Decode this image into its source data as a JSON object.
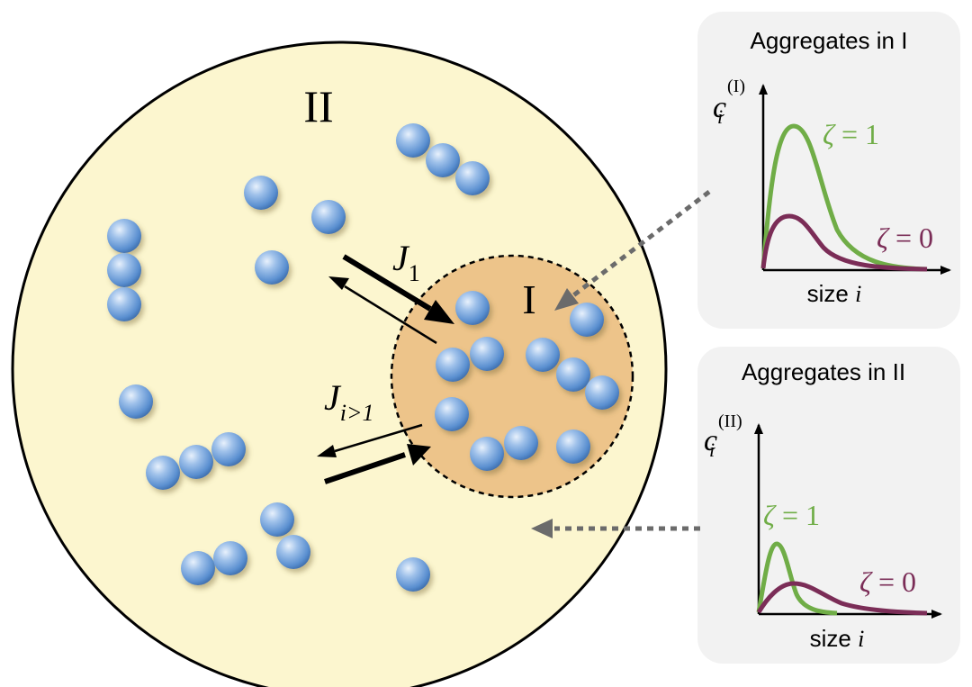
{
  "region_labels": {
    "outer": "II",
    "inner": "I"
  },
  "flux_labels": {
    "monomer": {
      "symbol": "J",
      "subscript": "1"
    },
    "aggregate": {
      "symbol": "J",
      "subscript": "i>1"
    }
  },
  "panels": [
    {
      "title": "Aggregates in I",
      "y_label": {
        "symbol": "c",
        "subscript": "i",
        "superscript": "(I)"
      },
      "x_label": {
        "text": "size ",
        "var": "i"
      },
      "curve_labels": [
        {
          "greek": "ζ",
          "rest": " = 1",
          "color": "#70ad47"
        },
        {
          "greek": "ζ",
          "rest": " = 0",
          "color": "#7b2d57"
        }
      ]
    },
    {
      "title": "Aggregates in II",
      "y_label": {
        "symbol": "c",
        "subscript": "i",
        "superscript": "(II)"
      },
      "x_label": {
        "text": "size ",
        "var": "i"
      },
      "curve_labels": [
        {
          "greek": "ζ",
          "rest": " = 1",
          "color": "#70ad47"
        },
        {
          "greek": "ζ",
          "rest": " = 0",
          "color": "#7b2d57"
        }
      ]
    }
  ],
  "colors": {
    "outer_fill": "#fcf6cf",
    "inner_fill": "#edc48a",
    "particle": "#5a8fd0",
    "panel_bg": "#f2f2f2",
    "dotted_arrow": "#6b6b6b",
    "green_curve": "#70ad47",
    "purple_curve": "#7b2d57"
  }
}
